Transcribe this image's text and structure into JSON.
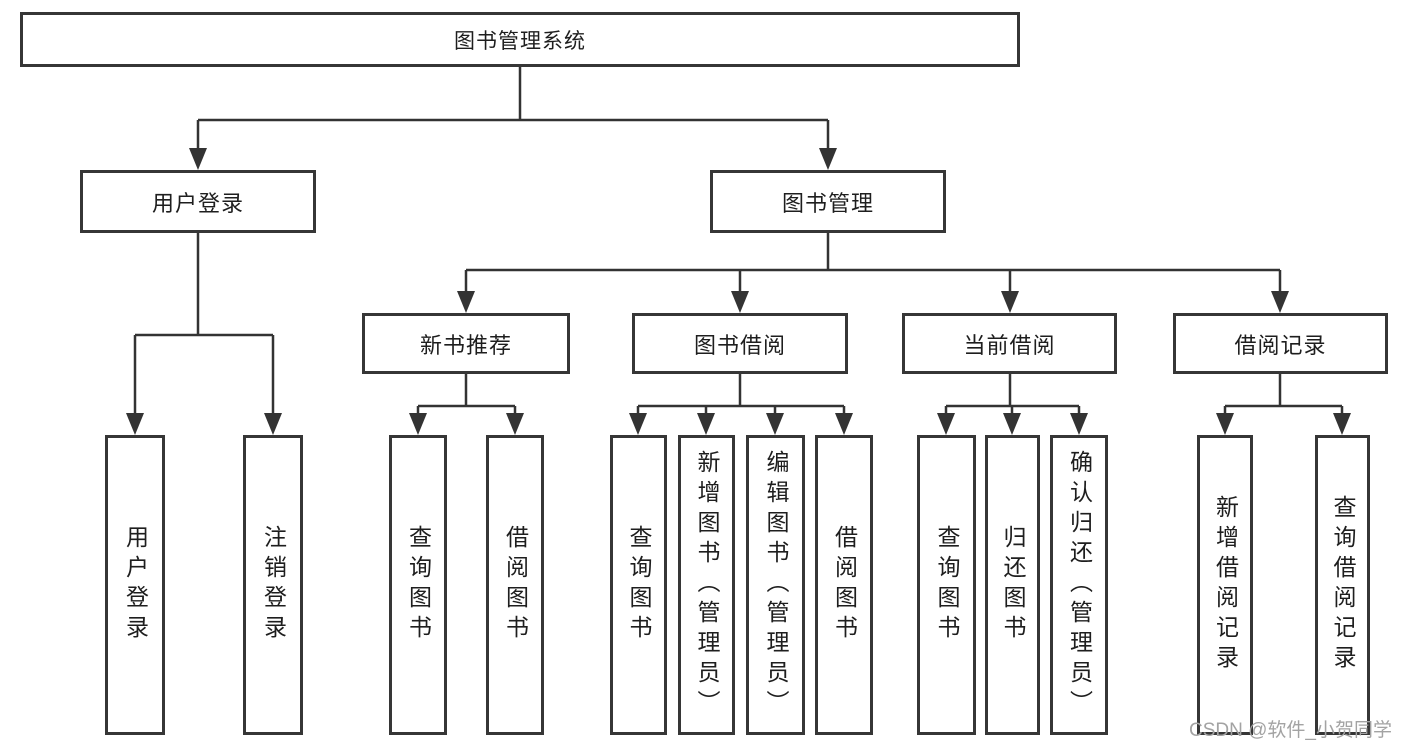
{
  "nodes": {
    "root": "图书管理系统",
    "user_login": "用户登录",
    "book_mgmt": "图书管理",
    "new_books": "新书推荐",
    "book_borrow": "图书借阅",
    "current_borrow": "当前借阅",
    "borrow_records": "借阅记录"
  },
  "leaves": {
    "user_login": [
      "用户登录",
      "注销登录"
    ],
    "new_books": [
      "查询图书",
      "借阅图书"
    ],
    "book_borrow": [
      "查询图书",
      "新增图书（管理员）",
      "编辑图书（管理员）",
      "借阅图书"
    ],
    "current_borrow": [
      "查询图书",
      "归还图书",
      "确认归还（管理员）"
    ],
    "borrow_records": [
      "新增借阅记录",
      "查询借阅记录"
    ]
  },
  "watermark": "CSDN @软件_小贺同学",
  "colors": {
    "line": "#333333",
    "border": "#363636",
    "text": "#1e1e1e",
    "watermark": "#a3a3a3",
    "background": "#ffffff"
  }
}
